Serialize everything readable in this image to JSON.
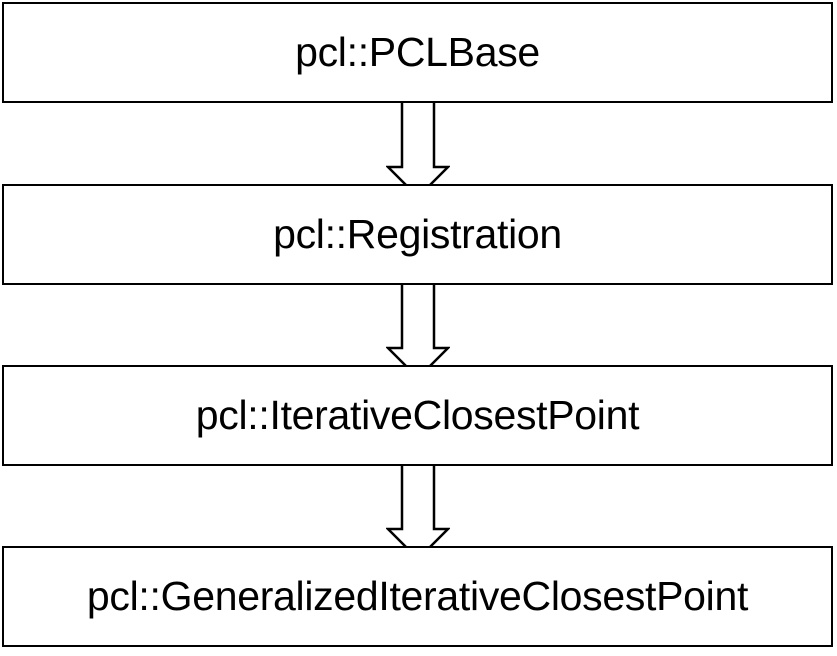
{
  "diagram": {
    "classes": [
      {
        "label": "pcl::PCLBase"
      },
      {
        "label": "pcl::Registration"
      },
      {
        "label": "pcl::IterativeClosestPoint"
      },
      {
        "label": "pcl::GeneralizedIterativeClosestPoint"
      }
    ],
    "arrows": [
      {
        "icon": "down-arrow-icon"
      },
      {
        "icon": "down-arrow-icon"
      },
      {
        "icon": "down-arrow-icon"
      }
    ],
    "colors": {
      "stroke": "#000000",
      "fill": "#ffffff"
    }
  }
}
